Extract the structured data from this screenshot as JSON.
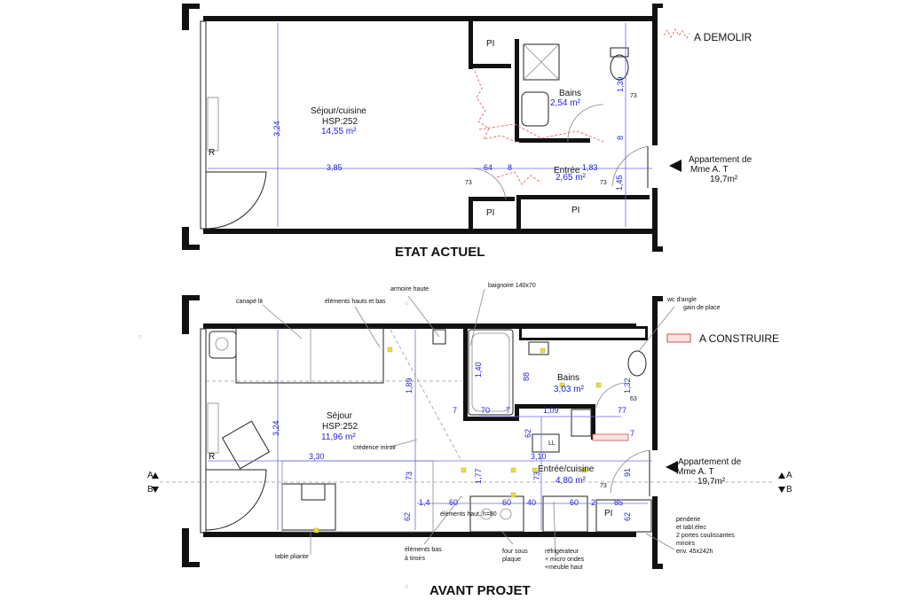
{
  "legend": {
    "demolish": "A DEMOLIR",
    "construct": "A CONSTRUIRE",
    "demolish_color": "#e07a7a",
    "construct_color": "#e07a7a"
  },
  "current": {
    "title": "ETAT ACTUEL",
    "living": {
      "name": "Séjour/cuisine",
      "hsp": "HSP:252",
      "area": "14,55 m²"
    },
    "bath": {
      "name": "Bains",
      "area": "2,54 m²"
    },
    "entry": {
      "name": "Entrée",
      "area": "2,65 m²"
    },
    "apartment": {
      "line1": "Appartement de",
      "line2": "Mme A. T",
      "area": "19,7m²"
    },
    "labels": {
      "pi1": "PI",
      "pi2": "PI",
      "pi3": "PI",
      "r": "R",
      "n73a": "73",
      "n73b": "73",
      "n73c": "73"
    },
    "dims": {
      "d324": "3,24",
      "d385": "3,85",
      "d64": "64",
      "d8a": "8",
      "d183": "1,83",
      "d139": "1,39",
      "d8b": "8",
      "d145": "1,45"
    }
  },
  "project": {
    "title": "AVANT PROJET",
    "living": {
      "name": "Séjour",
      "hsp": "HSP:252",
      "area": "11,96 m²"
    },
    "bath": {
      "name": "Bains",
      "area": "3,03 m²"
    },
    "entry": {
      "name": "Entrée/cuisine",
      "area": "4,80 m²"
    },
    "apartment": {
      "line1": "Appartement de",
      "line2": "Mme A. T",
      "area": "19,7m²"
    },
    "notes": {
      "canape": "canapé lit",
      "elements": "éléments hauts et bas",
      "armoire": "armoire haute",
      "baignoire": "baignoire 140x70",
      "wc1": "wc d'angle",
      "wc2": "gain de place",
      "credence": "crédence miroir",
      "elem_haut": "éléments haut, h=80",
      "table": "table pliante",
      "elem_bas1": "éléments bas",
      "elem_bas2": "à tiroirs",
      "four1": "four sous",
      "four2": "plaque",
      "frigo1": "réfrigérateur",
      "frigo2": "+ micro ondes",
      "frigo3": "+meuble haut",
      "pend1": "penderie",
      "pend2": "et tabl.élec",
      "pend3": "2 portes coulissantes",
      "pend4": "miroirs",
      "pend5": "env. 45x242h",
      "ll": "LL"
    },
    "labels": {
      "r": "R",
      "pi": "PI",
      "n63": "63",
      "n73": "73",
      "a_left": "A",
      "b_left": "B",
      "a_right": "A",
      "b_right": "B"
    },
    "dims": {
      "d324": "3,24",
      "d330": "3,30",
      "d189": "1,89",
      "d140": "1,40",
      "d88": "88",
      "d7a": "7",
      "d70": "70",
      "d7b": "7",
      "d109": "1,09",
      "d77": "77",
      "d7c": "7",
      "d132": "1,32",
      "d62a": "62",
      "d310": "3,10",
      "d73a": "73",
      "d177": "1,77",
      "d73b": "73",
      "d91": "91",
      "d14": "1,4",
      "d60a": "60",
      "d60b": "60",
      "d40": "40",
      "d60c": "60",
      "d2": "2",
      "d85": "85",
      "d62b": "62",
      "d62c": "62"
    }
  }
}
